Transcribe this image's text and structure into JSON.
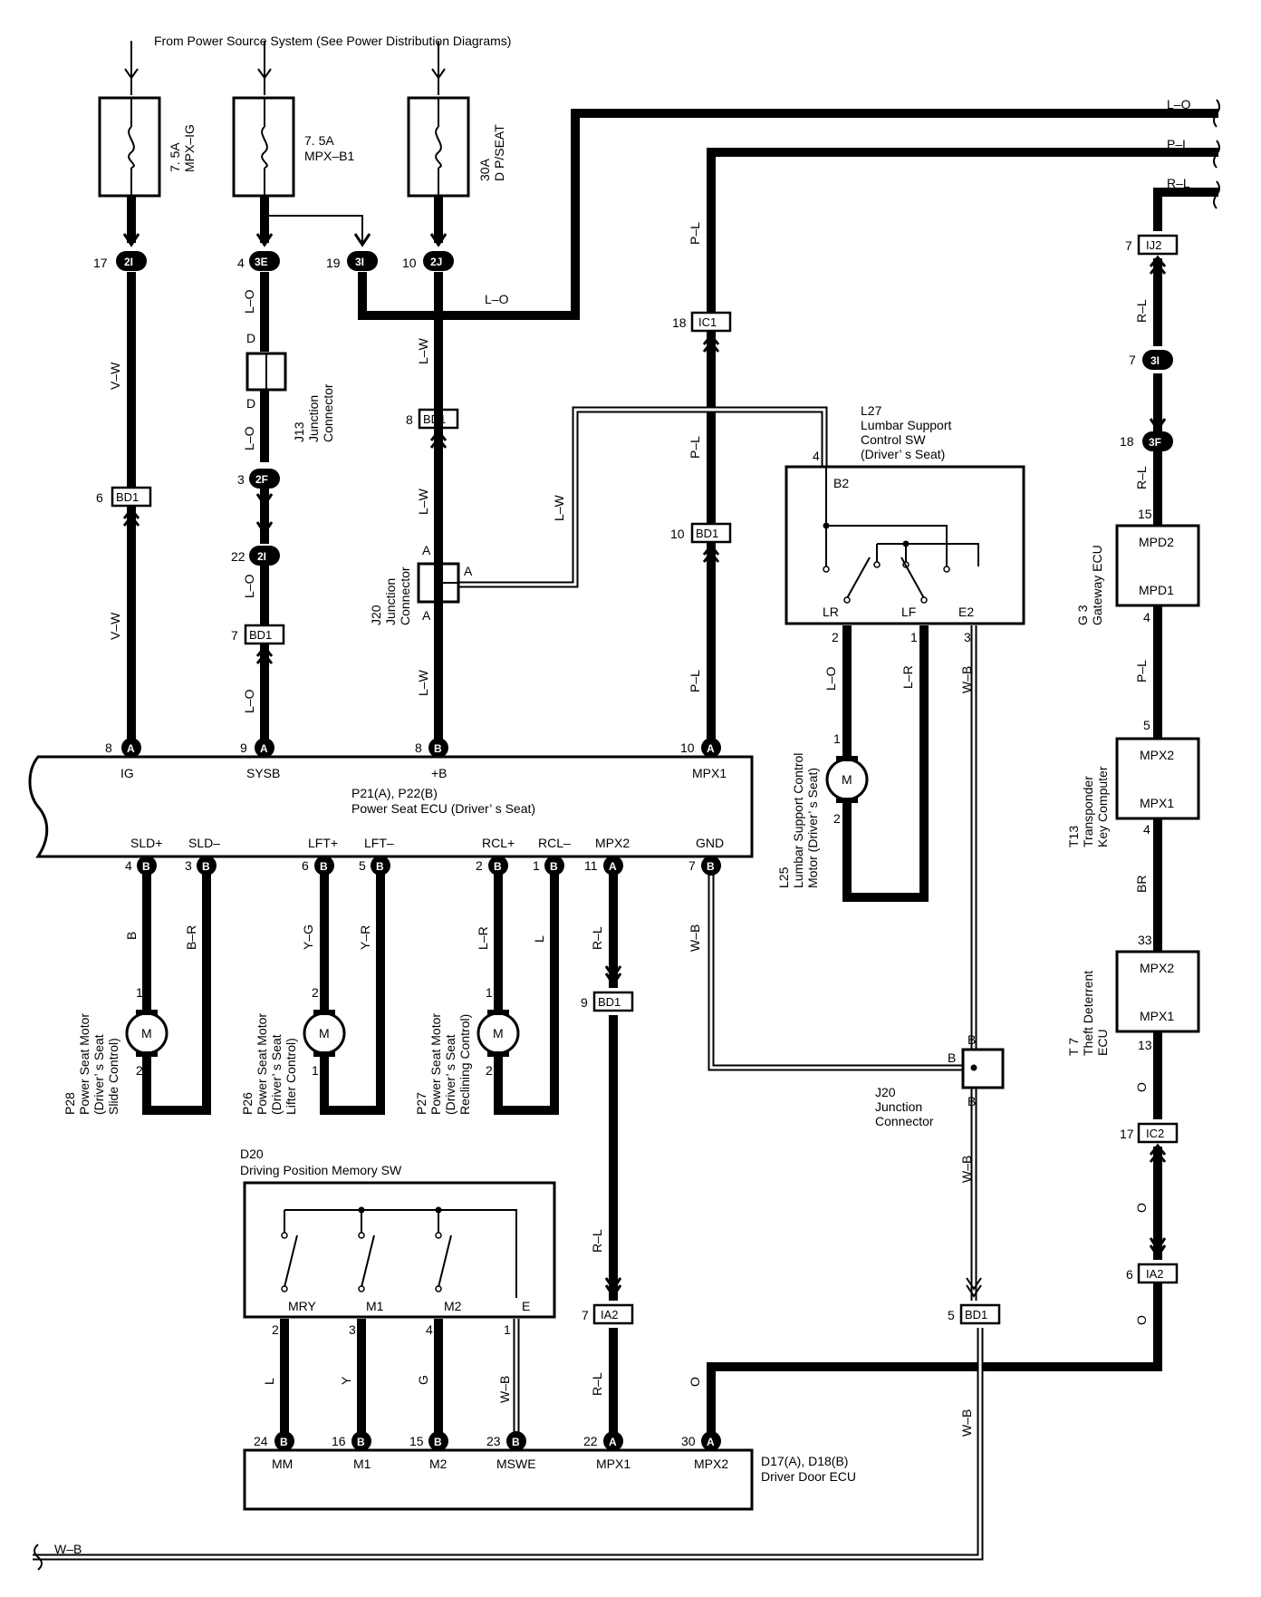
{
  "header": {
    "source_note": "From Power Source System (See Power Distribution Diagrams)"
  },
  "fuses": [
    {
      "amp": "7. 5A",
      "name": "MPX–IG"
    },
    {
      "amp": "7. 5A",
      "name": "MPX–B1"
    },
    {
      "amp": "30A",
      "name": "D P/SEAT"
    }
  ],
  "components": {
    "power_seat_ecu": {
      "line1": "P21(A), P22(B)",
      "line2": "Power Seat ECU (Driver’ s Seat)"
    },
    "lumbar_sw": {
      "id": "L27",
      "l1": "Lumbar Support",
      "l2": "Control SW",
      "l3": "(Driver’ s Seat)"
    },
    "lumbar_motor": {
      "id": "L25",
      "l1": "Lumbar Support Control",
      "l2": "Motor (Driver’ s Seat)"
    },
    "j13": {
      "id": "J13",
      "l1": "Junction",
      "l2": "Connector"
    },
    "j20_top": {
      "id": "J20",
      "l1": "Junction",
      "l2": "Connector"
    },
    "j20_bottom": {
      "id": "J20",
      "l1": "Junction",
      "l2": "Connector"
    },
    "gateway": {
      "id": "G 3",
      "l1": "Gateway ECU"
    },
    "transponder": {
      "id": "T13",
      "l1": "Transponder",
      "l2": "Key Computer"
    },
    "theft": {
      "id": "T 7",
      "l1": "Theft Deterrent",
      "l2": "ECU"
    },
    "p28": {
      "id": "P28",
      "l1": "Power Seat Motor",
      "l2": "(Driver’ s Seat",
      "l3": "Slide Control)"
    },
    "p26": {
      "id": "P26",
      "l1": "Power Seat Motor",
      "l2": "(Driver’ s Seat",
      "l3": "Lifter Control)"
    },
    "p27": {
      "id": "P27",
      "l1": "Power Seat Motor",
      "l2": "(Driver’ s Seat",
      "l3": "Reclining Control)"
    },
    "d20": {
      "id": "D20",
      "l1": "Driving Position Memory SW"
    },
    "door_ecu": {
      "line1": "D17(A), D18(B)",
      "line2": "Driver Door ECU"
    }
  },
  "ecu_terminals_top": [
    "IG",
    "SYSB",
    "+B",
    "MPX1"
  ],
  "ecu_terminals_bottom": [
    "SLD+",
    "SLD–",
    "LFT+",
    "LFT–",
    "RCL+",
    "RCL–",
    "MPX2",
    "GND"
  ],
  "door_terminals": [
    "MM",
    "M1",
    "M2",
    "MSWE",
    "MPX1",
    "MPX2"
  ],
  "switch_labels": {
    "b2": "B2",
    "lr": "LR",
    "lf": "LF",
    "e2": "E2",
    "mry": "MRY",
    "m1": "M1",
    "m2": "M2",
    "e": "E"
  },
  "module_terms": {
    "mpd2": "MPD2",
    "mpd1": "MPD1",
    "mpx2": "MPX2",
    "mpx1": "MPX1",
    "m": "M"
  },
  "wire_colors": {
    "lo": "L–O",
    "pl": "P–L",
    "rl": "R–L",
    "vw": "V–W",
    "lw": "L–W",
    "wb": "W–B",
    "b": "B",
    "br_": "B–R",
    "yg": "Y–G",
    "yr": "Y–R",
    "lr": "L–R",
    "l": "L",
    "y": "Y",
    "g": "G",
    "o": "O",
    "br": "BR"
  },
  "connectors": {
    "c2i": "2I",
    "c3e": "3E",
    "c3i": "3I",
    "c2j": "2J",
    "c2f": "2F",
    "bd1": "BD1",
    "ic1": "IC1",
    "ij2": "IJ2",
    "c3f": "3F",
    "ia2": "IA2",
    "ic2": "IC2",
    "a": "A",
    "b": "B",
    "d": "D"
  },
  "pins": {
    "p17": "17",
    "p4": "4",
    "p19": "19",
    "p10": "10",
    "p8": "8",
    "p6": "6",
    "p3": "3",
    "p22": "22",
    "p7": "7",
    "p18": "18",
    "p9": "9",
    "p2": "2",
    "p1": "1",
    "p5": "5",
    "p15": "15",
    "p33": "33",
    "p13": "13",
    "p11": "11",
    "p24": "24",
    "p16": "16",
    "p23": "23",
    "p30": "30"
  }
}
